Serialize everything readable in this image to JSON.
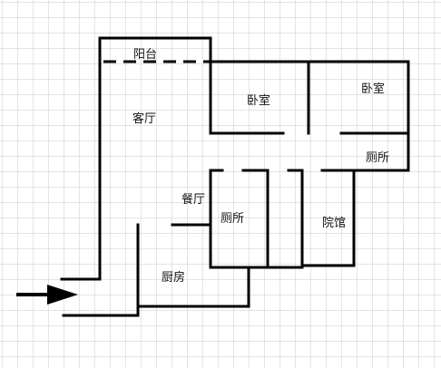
{
  "floor_plan": {
    "rooms": {
      "balcony": "阳台",
      "living_room": "客厅",
      "bedroom_1": "卧室",
      "bedroom_2": "卧室",
      "toilet_right": "厕所",
      "dining_room": "餐厅",
      "toilet_center": "厕所",
      "courtyard": "院馆",
      "kitchen": "厨房"
    },
    "entrance_arrow": "entrance-arrow-icon",
    "colors": {
      "walls": "#000000",
      "grid": "#c8c8c8",
      "background": "#ffffff"
    }
  }
}
